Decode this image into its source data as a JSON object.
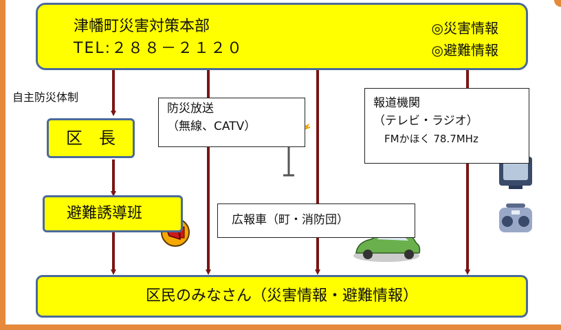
{
  "hq": {
    "name": "津幡町災害対策本部",
    "tel": "TEL:２８８－２１２０",
    "info1": "◎災害情報",
    "info2": "◎避難情報"
  },
  "self_defense_label": "自主防災体制",
  "ward_chief": "区　長",
  "evac_team": "避難誘導班",
  "broadcast": {
    "line1": "防災放送",
    "line2": "（無線、CATV）"
  },
  "media": {
    "line1": "報道機関",
    "line2": "（テレビ・ラジオ）",
    "line3": "FMかほく 78.7MHz"
  },
  "pr_car": "広報車（町・消防団）",
  "residents": "区民のみなさん（災害情報・避難情報）",
  "colors": {
    "box_fill": "#ffff00",
    "box_border": "#4a6a9a",
    "arrow": "#7a1515",
    "frame": "#e6893a"
  }
}
